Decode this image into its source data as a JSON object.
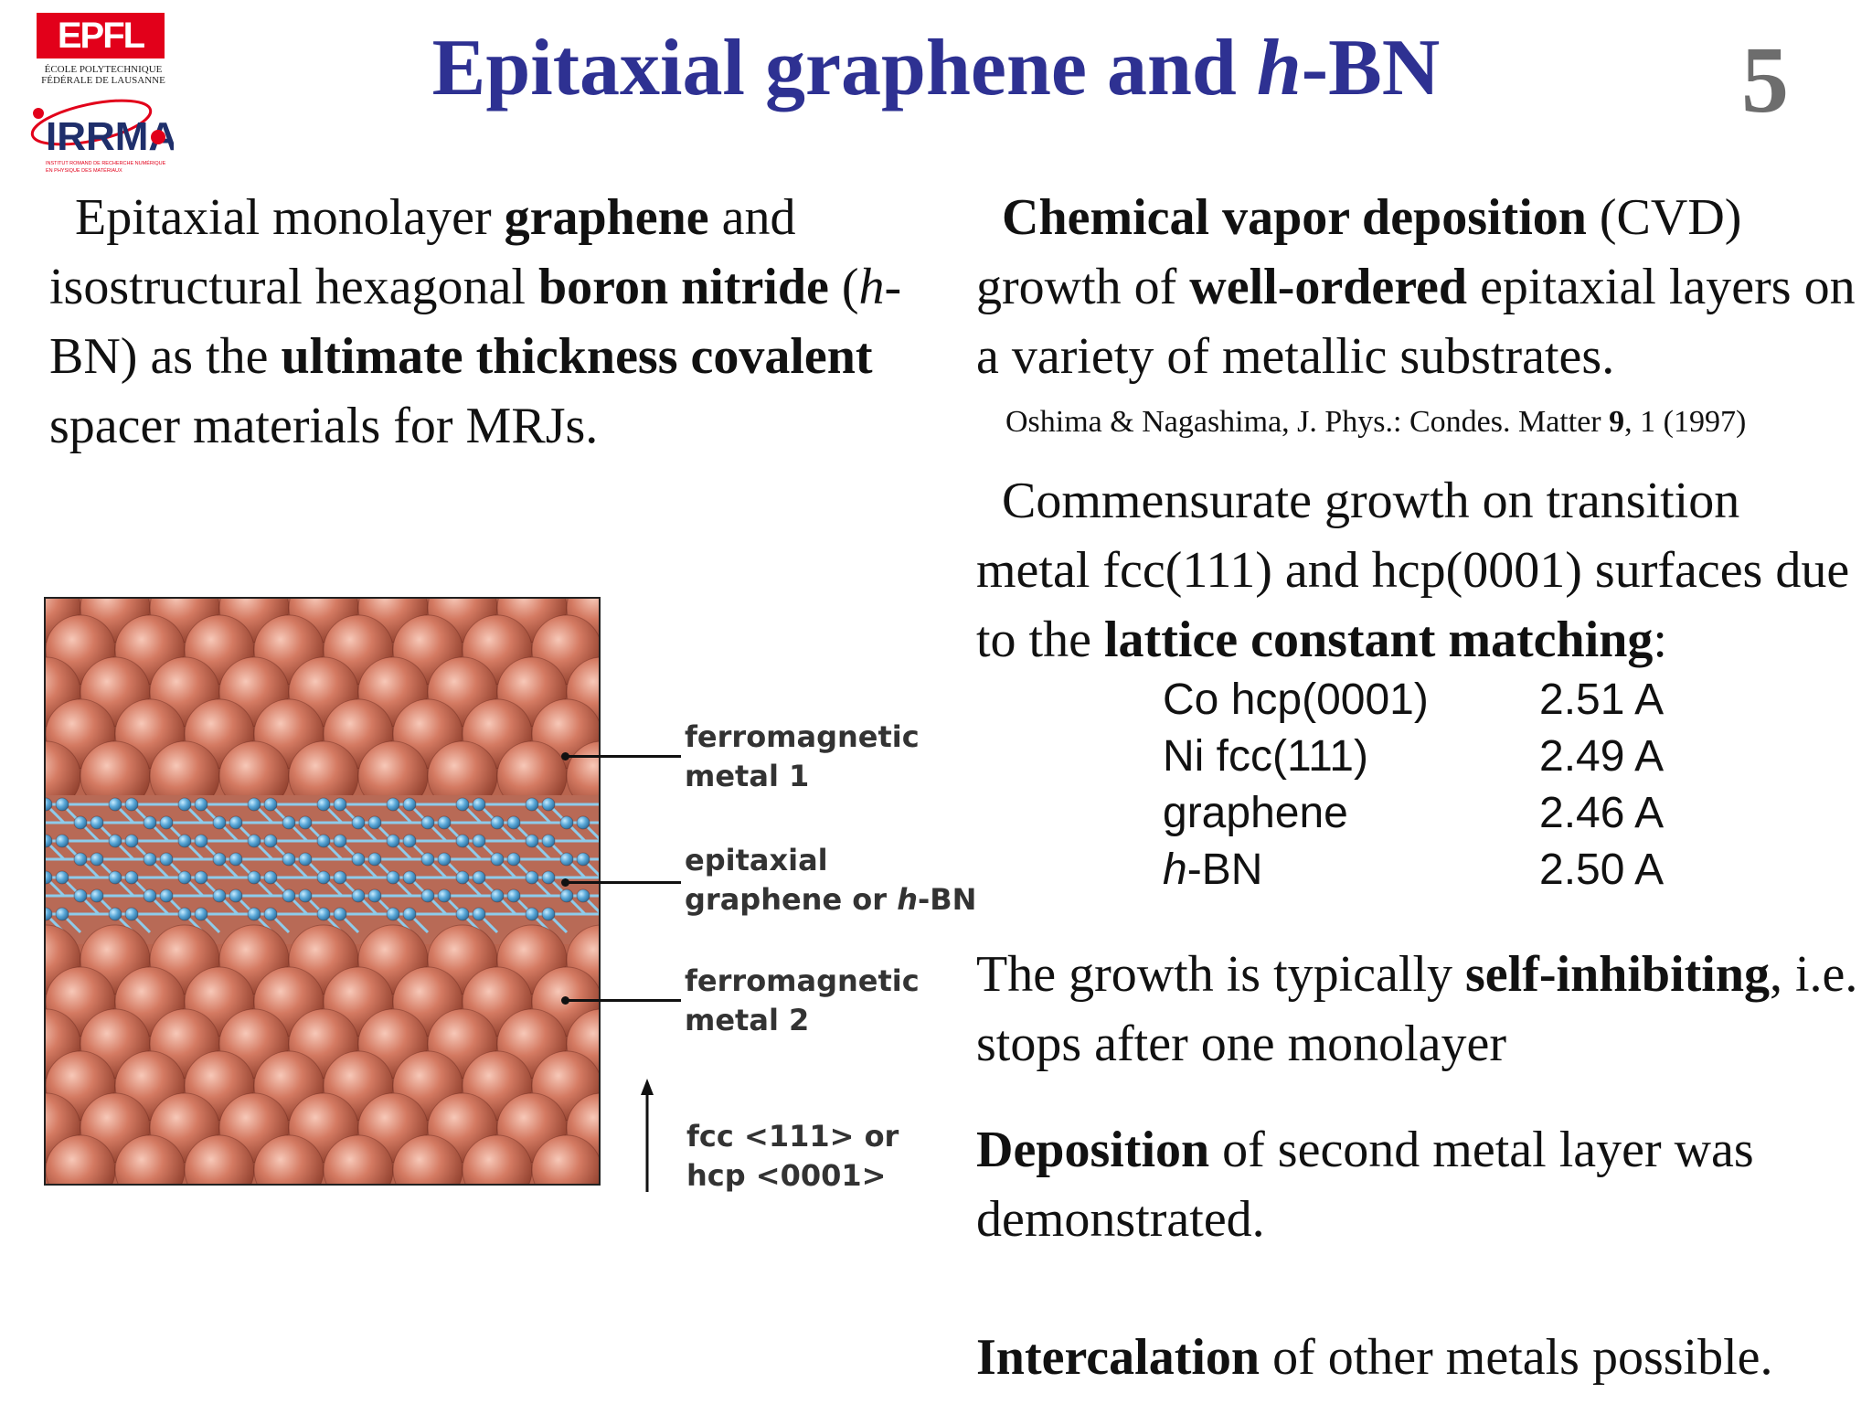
{
  "header": {
    "title_prefix": "Epitaxial graphene and ",
    "title_italic": "h",
    "title_suffix": "-BN",
    "slide_number": "5"
  },
  "logos": {
    "epfl_text": "EPFL",
    "epfl_subtitle_1": "ÉCOLE POLYTECHNIQUE",
    "epfl_subtitle_2": "FÉDÉRALE DE LAUSANNE",
    "irrma_text": "IRRMA",
    "irrma_subtitle_1": "INSTITUT ROMAND DE RECHERCHE NUMÉRIQUE",
    "irrma_subtitle_2": "EN PHYSIQUE DES MATÉRIAUX"
  },
  "left": {
    "p1": "Epitaxial monolayer ",
    "b1": "graphene",
    "p2": " and isostructural hexagonal ",
    "b2": "boron nitride",
    "p3": " (",
    "i1": "h",
    "p4": "-BN) as the ",
    "b3": "ultimate thickness covalent",
    "p5": " spacer materials for MRJs."
  },
  "figure": {
    "label_fm1_line1": "ferromagnetic",
    "label_fm1_line2": "metal 1",
    "label_spacer_line1": "epitaxial",
    "label_spacer_line2_prefix": "graphene or ",
    "label_spacer_line2_italic": "h",
    "label_spacer_line2_suffix": "-BN",
    "label_fm2_line1": "ferromagnetic",
    "label_fm2_line2": "metal 2",
    "label_axis_line1": "fcc <111> or",
    "label_axis_line2": "hcp <0001>"
  },
  "right": {
    "cvd_b1": "Chemical vapor deposition",
    "cvd_p1": " (CVD) growth of ",
    "cvd_b2": "well-ordered",
    "cvd_p2": " epitaxial layers on a variety of metallic substrates.",
    "cite_authors": "Oshima & Nagashima, J. Phys.: Condes. Matter ",
    "cite_volume": "9",
    "cite_rest": ", 1 (1997)",
    "comm_p1": "Commensurate growth on transition metal fcc(111) and hcp(0001) surfaces due to the ",
    "comm_b1": "lattice constant matching",
    "comm_p2": ":",
    "lattice": [
      {
        "material": "Co hcp(0001)",
        "value": "2.51 A"
      },
      {
        "material": "Ni fcc(111)",
        "value": "2.49 A"
      },
      {
        "material": "graphene",
        "value": "2.46 A"
      },
      {
        "material_italic": "h",
        "material_suffix": "-BN",
        "value": "2.50 A"
      }
    ],
    "self_p1": "The growth is typically ",
    "self_b1": "self-inhibiting",
    "self_p2": ", i.e. stops after one monolayer",
    "dep_b1": "Deposition",
    "dep_p1": " of second metal layer was demonstrated.",
    "int_b1": "Intercalation",
    "int_p1": " of other metals possible."
  },
  "colors": {
    "title": "#2e3192",
    "slide_number": "#6d6d6d",
    "metal_atom": "#d47a62",
    "spacer_atom": "#5aa8d8",
    "epfl_red": "#e2001a"
  }
}
